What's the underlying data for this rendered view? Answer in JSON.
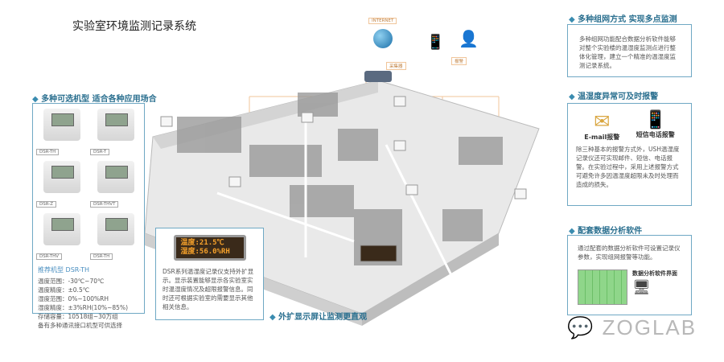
{
  "title": "实验室环境监测记录系统",
  "network": {
    "internet_label": "INTERNET",
    "gateway_label": "采集器",
    "alarm_label": "报警"
  },
  "left_section": {
    "heading": "多种可选机型 适合各种应用场合",
    "models": [
      "DSR-TH",
      "DSR-T",
      "DSR-Z",
      "DSR-THVT",
      "DSR-THV",
      "DSR-TH"
    ],
    "recommend_label": "推荐机型 DSR-TH",
    "specs": [
      "温度范围：-30℃~70℃",
      "温度精度：±0.5℃",
      "湿度范围：0%~100%RH",
      "湿度精度：±3%RH(10%~85%)",
      "存储容量：10518组~30万组",
      "备有多种通讯接口机型可供选择"
    ]
  },
  "display_section": {
    "led_lines": [
      "温度:21.5℃",
      "湿度:56.0%RH"
    ],
    "text": "DSR系列温湿度记录仪支持外扩显示。显示装置能够显示各实验室实时温湿度情况及超限报警信息。同时还可根据实验室的需要显示其他相关信息。",
    "caption": "外扩显示屏让监测更直观"
  },
  "network_section": {
    "heading": "多种组网方式 实现多点监测",
    "text": "多种组网功能配合数据分析软件能够对整个实验楼的温湿度监测点进行整体化管理，建立一个精准的温湿度监测记录系统。"
  },
  "alarm_section": {
    "heading": "温湿度异常可及时报警",
    "email_label": "E-mail报警",
    "sms_label": "短信电话报警",
    "text": "除三种基本的报警方式外，USH温湿度记录仪还可实现邮件、短信、电话报警。在实验过程中，采用上述报警方式可避免许多因温湿度超限未及时处理而造成的损失。"
  },
  "software_section": {
    "heading": "配套数据分析软件",
    "text": "通过配套的数据分析软件可设置记录仪参数，实现组网报警等功能。",
    "software_label": "数据分析软件界面"
  },
  "watermark": "ZOGLAB",
  "colors": {
    "accent": "#2a6f8f",
    "border": "#6fa8c4",
    "line": "#f0c59a",
    "led": "#f6a12b"
  }
}
